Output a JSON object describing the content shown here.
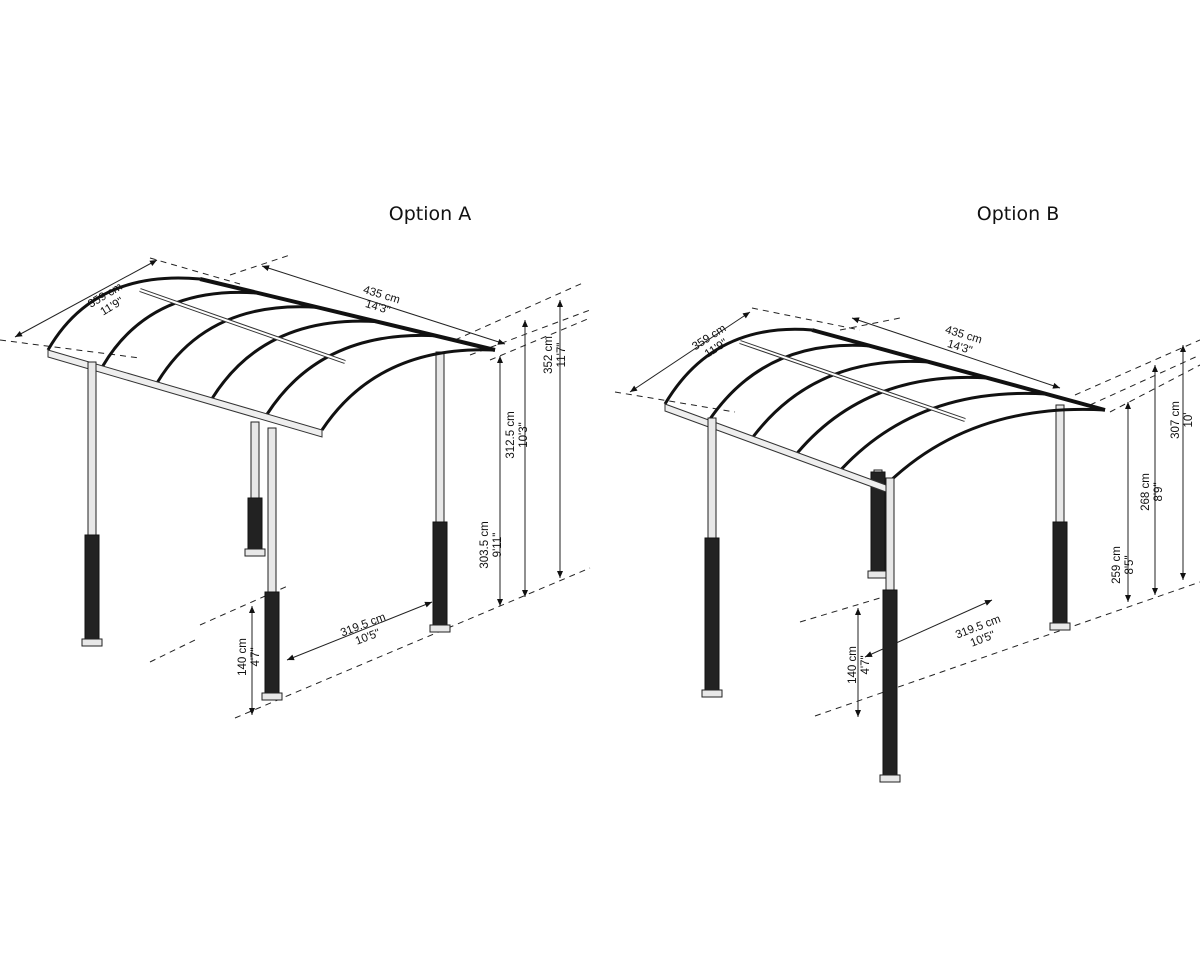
{
  "options": [
    {
      "title": "Option A",
      "width": {
        "cm": "359 cm",
        "ft": "11'9\""
      },
      "length": {
        "cm": "435 cm",
        "ft": "14'3\""
      },
      "post_spacing": {
        "cm": "319.5 cm",
        "ft": "10'5\""
      },
      "base_height": {
        "cm": "140 cm",
        "ft": "4'7\""
      },
      "low_height": {
        "cm": "303.5 cm",
        "ft": "9'11\""
      },
      "mid_height": {
        "cm": "312.5 cm",
        "ft": "10'3\""
      },
      "top_height": {
        "cm": "352 cm",
        "ft": "11'7\""
      }
    },
    {
      "title": "Option B",
      "width": {
        "cm": "359 cm",
        "ft": "11'9\""
      },
      "length": {
        "cm": "435 cm",
        "ft": "14'3\""
      },
      "post_spacing": {
        "cm": "319.5 cm",
        "ft": "10'5\""
      },
      "base_height": {
        "cm": "140 cm",
        "ft": "4'7\""
      },
      "low_height": {
        "cm": "259 cm",
        "ft": "8'5\""
      },
      "mid_height": {
        "cm": "268 cm",
        "ft": "8'9\""
      },
      "top_height": {
        "cm": "307 cm",
        "ft": "10'"
      }
    }
  ]
}
